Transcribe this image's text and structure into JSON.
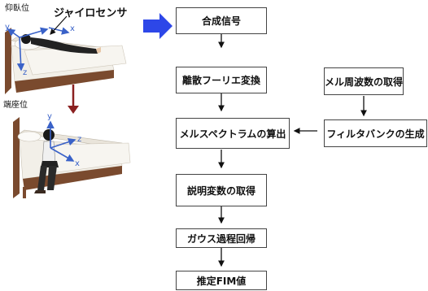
{
  "illustration": {
    "supine_label": "仰臥位",
    "sensor_label": "ジャイロセンサ",
    "sitting_label": "端座位",
    "axis_labels": {
      "x": "x",
      "y": "y",
      "z": "z"
    },
    "colors": {
      "big_arrow": "#2d47e8",
      "down_arrow": "#8b2020",
      "axis": "#3a62c8",
      "bed": "#7a4a2e"
    }
  },
  "flow": {
    "steps": [
      "合成信号",
      "離散フーリエ変換",
      "メルスペクトラムの算出",
      "説明変数の取得",
      "ガウス過程回帰",
      "推定FIM値"
    ],
    "side_steps": [
      "メル周波数の取得",
      "フィルタバンクの生成"
    ]
  }
}
